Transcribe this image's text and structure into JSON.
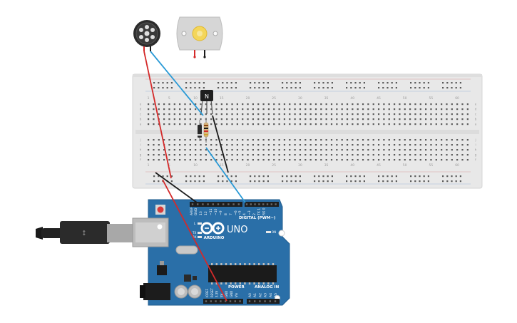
{
  "breadboard": {
    "column_numbers": [
      "1",
      "5",
      "10",
      "15",
      "20",
      "25",
      "30",
      "35",
      "40",
      "45",
      "50",
      "55",
      "60"
    ],
    "row_letters_top": [
      "a",
      "b",
      "c",
      "d",
      "e"
    ],
    "row_letters_bottom": [
      "f",
      "g",
      "h",
      "i",
      "j"
    ]
  },
  "transistor": {
    "marking": "N"
  },
  "arduino": {
    "brand": "ARDUINO",
    "model": "UNO",
    "digital_label": "DIGITAL (PWM~)",
    "power_label": "POWER",
    "analog_label": "ANALOG IN",
    "led_l": "L",
    "led_tx": "TX",
    "led_rx": "RX",
    "led_on": "ON",
    "aref": "AREF",
    "gnd": "GND",
    "digital_pins": [
      "13",
      "12",
      "~11",
      "~10",
      "~9",
      "8",
      "7",
      "~6",
      "~5",
      "4",
      "~3",
      "2",
      "TX 1",
      "RX 0"
    ],
    "power_pins": [
      "IOREF",
      "RESET",
      "3.3V",
      "5V",
      "GND",
      "GND",
      "Vin"
    ],
    "analog_pins": [
      "A0",
      "A1",
      "A2",
      "A3",
      "A4",
      "A5"
    ]
  },
  "colors": {
    "board_blue": "#2a6fa8",
    "wire_red": "#d42a2a",
    "wire_blue": "#2a9ad6",
    "wire_black": "#1a1a1a",
    "breadboard": "#e9e9e9"
  }
}
